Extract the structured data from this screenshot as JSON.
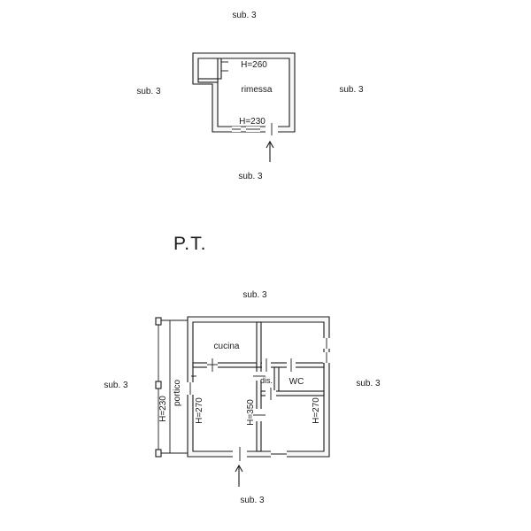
{
  "upper_plan": {
    "north_label": "sub. 3",
    "west_label": "sub. 3",
    "east_label": "sub. 3",
    "south_label": "sub. 3",
    "room_label": "rimessa",
    "height_top": "H=260",
    "height_bottom": "H=230"
  },
  "floor_title": "P.T.",
  "lower_plan": {
    "north_label": "sub. 3",
    "west_label": "sub. 3",
    "east_label": "sub. 3",
    "south_label": "sub. 3",
    "kitchen_label": "cucina",
    "hallway_label": "dis.",
    "wc_label": "WC",
    "portico_label": "portico",
    "height_portico": "H=230",
    "height_left": "H=270",
    "height_middle": "H=350",
    "height_right": "H=270"
  }
}
